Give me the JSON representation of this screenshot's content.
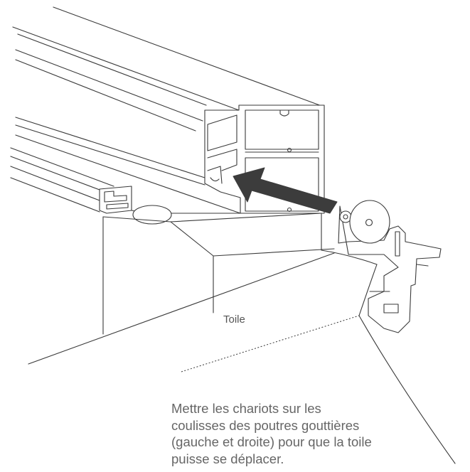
{
  "labels": {
    "toile": "Toile"
  },
  "instruction": {
    "lines": [
      "Mettre les chariots sur les",
      "coulisses des poutres gouttières",
      "(gauche et droite) pour que la toile",
      "puisse se déplacer."
    ]
  },
  "colors": {
    "line": "#3a3a3a",
    "arrow": "#3c3c3c",
    "text": "#666666"
  }
}
